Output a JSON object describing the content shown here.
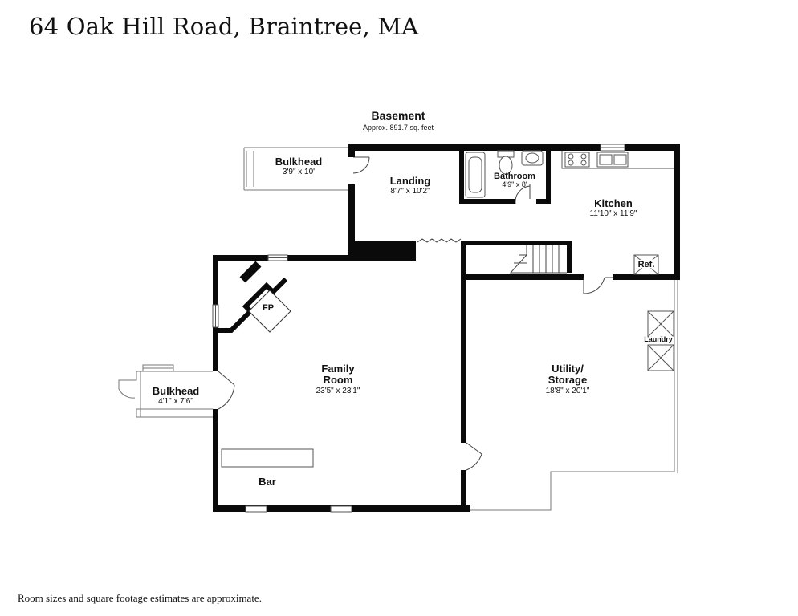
{
  "title": "64 Oak Hill Road, Braintree, MA",
  "floor": {
    "name": "Basement",
    "area": "Approx. 891.7 sq. feet"
  },
  "rooms": {
    "bulkhead_top": {
      "name": "Bulkhead",
      "dims": "3'9\" x 10'"
    },
    "landing": {
      "name": "Landing",
      "dims": "8'7\" x 10'2\""
    },
    "bathroom": {
      "name": "Bathroom",
      "dims": "4'9\" x 8'"
    },
    "kitchen": {
      "name": "Kitchen",
      "dims": "11'10\" x 11'9\""
    },
    "family_room": {
      "name_line1": "Family",
      "name_line2": "Room",
      "dims": "23'5\" x 23'1\""
    },
    "bulkhead_left": {
      "name": "Bulkhead",
      "dims": "4'1\" x 7'6\""
    },
    "utility": {
      "name_line1": "Utility/",
      "name_line2": "Storage",
      "dims": "18'8\" x 20'1\""
    }
  },
  "fixtures": {
    "fireplace": "FP",
    "refrigerator": "Ref.",
    "laundry": "Laundry",
    "bar": "Bar"
  },
  "footer": "Room sizes and square footage estimates are approximate."
}
